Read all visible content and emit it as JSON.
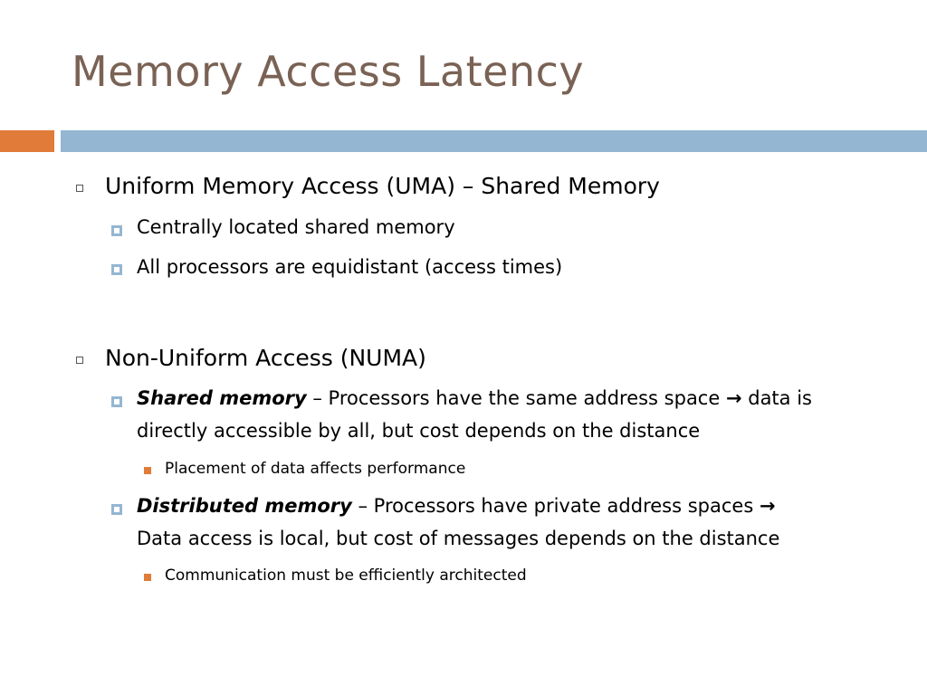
{
  "slide": {
    "title": "Memory Access Latency",
    "accent_color": "#e07b39",
    "bar_color": "#94b6d2",
    "title_color": "#7a6254"
  },
  "uma": {
    "heading": "Uniform Memory Access (UMA) – Shared Memory",
    "points": [
      "Centrally located shared memory",
      "All processors are equidistant (access times)"
    ]
  },
  "numa": {
    "heading": "Non-Uniform Access (NUMA)",
    "shared": {
      "term": "Shared memory",
      "sep": " – ",
      "text_a": "Processors have the same address space ",
      "arrow": "→",
      "text_b": " data is",
      "text_c": "directly accessible by all, but cost depends on the distance",
      "sub": "Placement of data affects performance"
    },
    "distributed": {
      "term": "Distributed memory",
      "sep": " – ",
      "text_a": "Processors have private address spaces ",
      "arrow": "→",
      "text_c": "Data access is local, but cost of messages depends on the distance",
      "sub": "Communication must be efficiently architected"
    }
  }
}
